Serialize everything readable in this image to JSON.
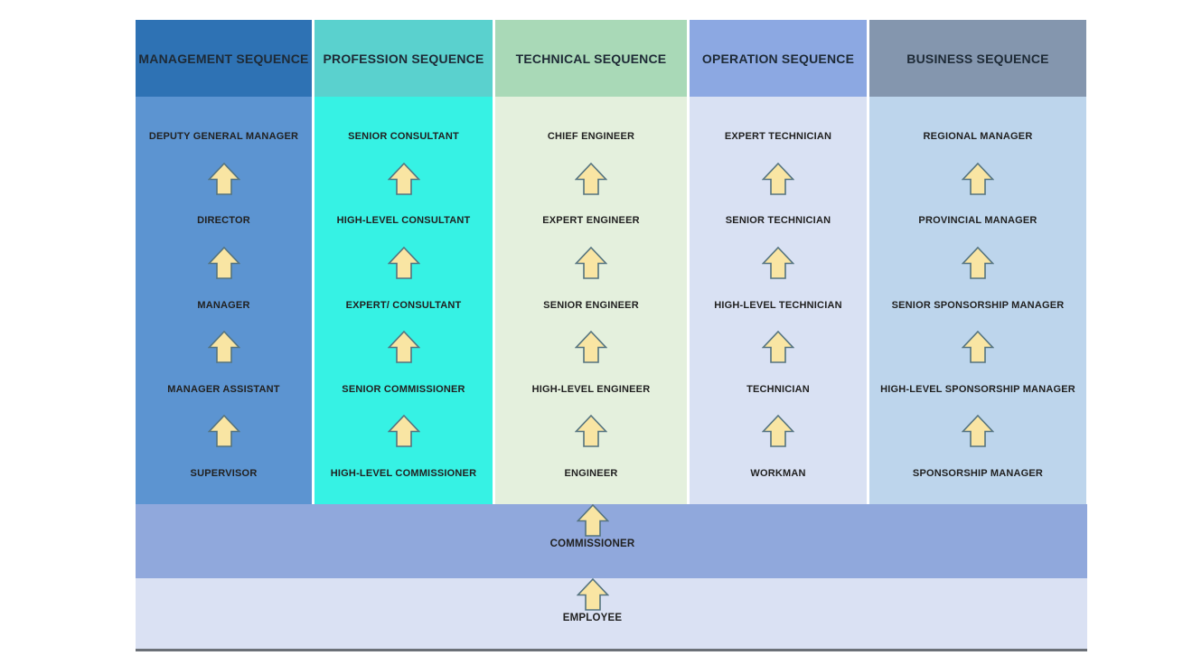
{
  "title": "Career development sequences diagram",
  "theme": {
    "arrow_fill": "#F9E5A3",
    "arrow_stroke": "#54737F",
    "text_color": "#212121",
    "header_text_color": "#1E2A36",
    "bottom_border_color": "#6B7077",
    "background": "#FFFFFF"
  },
  "columns": [
    {
      "header": "MANAGEMENT SEQUENCE",
      "header_color": "#2E72B4",
      "body_color": "#5C94D1",
      "roles": [
        "DEPUTY GENERAL MANAGER",
        "DIRECTOR",
        "MANAGER",
        "MANAGER ASSISTANT",
        "SUPERVISOR"
      ]
    },
    {
      "header": "PROFESSION SEQUENCE",
      "header_color": "#5AD1CE",
      "body_color": "#36F2E4",
      "roles": [
        "SENIOR CONSULTANT",
        "HIGH-LEVEL CONSULTANT",
        "EXPERT/ CONSULTANT",
        "SENIOR COMMISSIONER",
        "HIGH-LEVEL COMMISSIONER"
      ]
    },
    {
      "header": "TECHNICAL SEQUENCE",
      "header_color": "#A9D9B7",
      "body_color": "#E4F0DD",
      "roles": [
        "CHIEF ENGINEER",
        "EXPERT ENGINEER",
        "SENIOR ENGINEER",
        "HIGH-LEVEL ENGINEER",
        "ENGINEER"
      ]
    },
    {
      "header": "OPERATION SEQUENCE",
      "header_color": "#8CA8E2",
      "body_color": "#D9E1F3",
      "roles": [
        "EXPERT TECHNICIAN",
        "SENIOR TECHNICIAN",
        "HIGH-LEVEL TECHNICIAN",
        "TECHNICIAN",
        "WORKMAN"
      ]
    },
    {
      "header": "BUSINESS SEQUENCE",
      "header_color": "#8496AE",
      "body_color": "#BDD5EC",
      "roles": [
        "REGIONAL MANAGER",
        "PROVINCIAL MANAGER",
        "SENIOR SPONSORSHIP MANAGER",
        "HIGH-LEVEL SPONSORSHIP MANAGER",
        "SPONSORSHIP MANAGER"
      ]
    }
  ],
  "base_levels": [
    {
      "label": "COMMISSIONER",
      "color": "#90A8DC"
    },
    {
      "label": "EMPLOYEE",
      "color": "#DAE1F3"
    }
  ],
  "arrow_icon": "up-arrow-icon"
}
